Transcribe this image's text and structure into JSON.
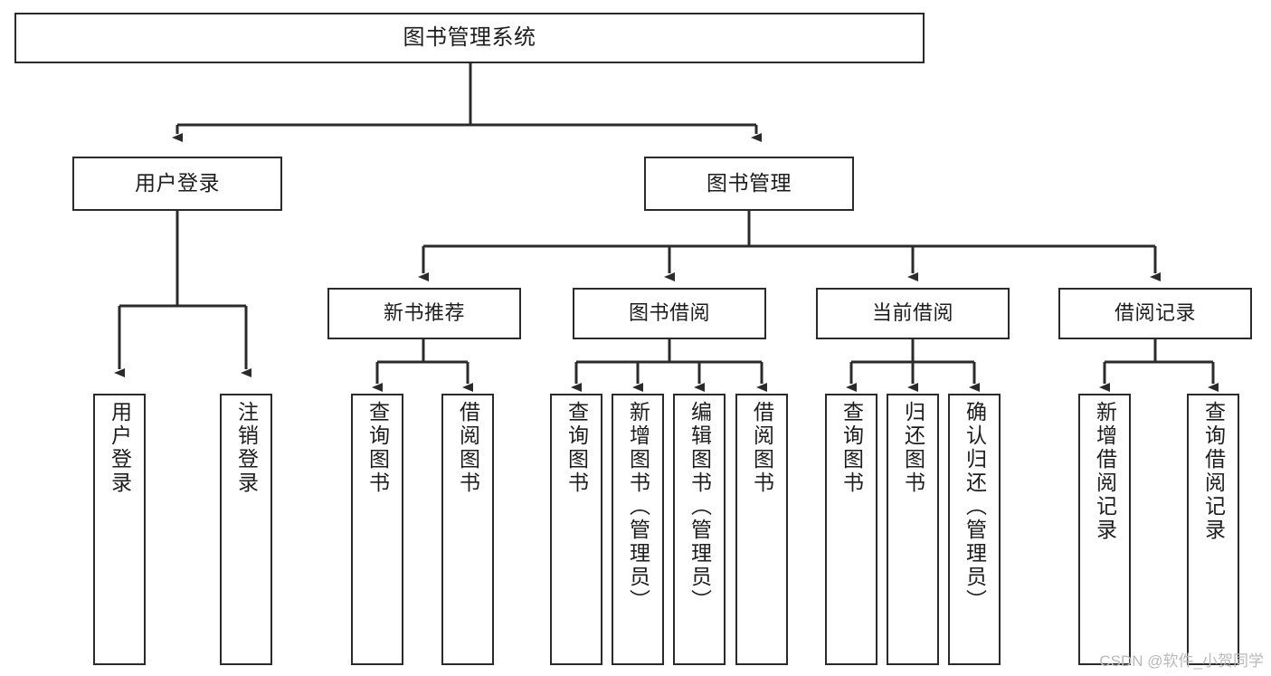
{
  "diagram": {
    "type": "tree-hierarchy-chart",
    "title": "图书管理系统",
    "background_color": "#ffffff",
    "border_color": "#2b2b2b",
    "text_color": "#1d1d1d",
    "nodes": {
      "root": {
        "label": "图书管理系统"
      },
      "level2": [
        {
          "label": "用户登录"
        },
        {
          "label": "图书管理"
        }
      ],
      "level3": [
        {
          "label": "新书推荐"
        },
        {
          "label": "图书借阅"
        },
        {
          "label": "当前借阅"
        },
        {
          "label": "借阅记录"
        }
      ],
      "leaves": {
        "user_login": [
          {
            "label": "用户登录"
          },
          {
            "label": "注销登录"
          }
        ],
        "new_book_recommend": [
          {
            "label": "查询图书"
          },
          {
            "label": "借阅图书"
          }
        ],
        "book_borrow": [
          {
            "label": "查询图书"
          },
          {
            "label": "新增图书（管理员）"
          },
          {
            "label": "编辑图书（管理员）"
          },
          {
            "label": "借阅图书"
          }
        ],
        "current_borrow": [
          {
            "label": "查询图书"
          },
          {
            "label": "归还图书"
          },
          {
            "label": "确认归还（管理员）"
          }
        ],
        "borrow_record": [
          {
            "label": "新增借阅记录"
          },
          {
            "label": "查询借阅记录"
          }
        ]
      }
    },
    "watermark": "CSDN @软件_小贺同学"
  }
}
